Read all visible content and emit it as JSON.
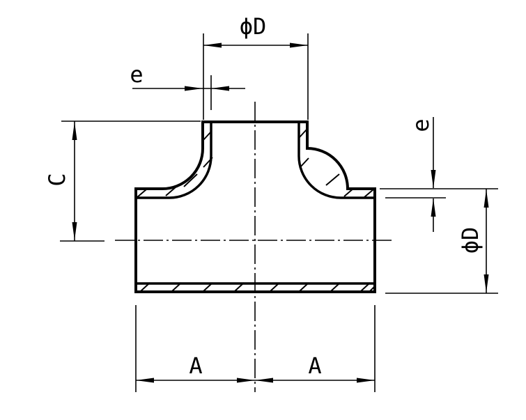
{
  "drawing": {
    "title": "Butt-welding tee - sectioned elevation drawing",
    "background_color": "#ffffff",
    "line_color": "#000000",
    "labels": {
      "top_diameter": "ϕD",
      "left_thickness": "e",
      "left_height": "C",
      "right_thickness": "e",
      "right_diameter": "ϕD",
      "bottom_left_length": "A",
      "bottom_right_length": "A"
    }
  }
}
